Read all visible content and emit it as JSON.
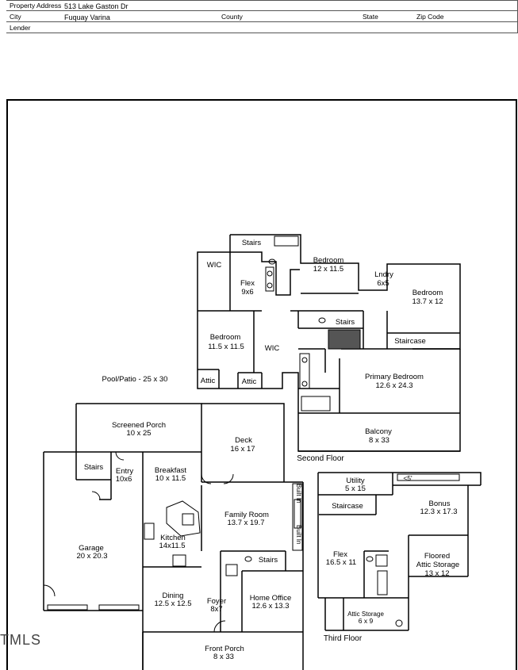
{
  "header": {
    "property_address_label": "Property Address",
    "property_address_value": "513 Lake Gaston Dr",
    "city_label": "City",
    "city_value": "Fuquay Varina",
    "county_label": "County",
    "state_label": "State",
    "zip_label": "Zip Code",
    "lender_label": "Lender"
  },
  "watermark": "TMLS",
  "floors": {
    "second": "Second Floor",
    "third": "Third Floor"
  },
  "rooms": {
    "stairs_second": "Stairs",
    "wic_left": "WIC",
    "flex_second_name": "Flex",
    "flex_second_dim": "9x6",
    "bedroom_mid_name": "Bedroom",
    "bedroom_mid_dim": "12 x 11.5",
    "laundry_name": "Lndry",
    "laundry_dim": "6x5",
    "bedroom_right_name": "Bedroom",
    "bedroom_right_dim": "13.7 x 12",
    "bedroom_left_name": "Bedroom",
    "bedroom_left_dim": "11.5 x 11.5",
    "wic_center": "WIC",
    "stairs_center": "Stairs",
    "staircase_second": "Staircase",
    "attic_left": "Attic",
    "attic_right": "Attic",
    "primary_bedroom_name": "Primary Bedroom",
    "primary_bedroom_dim": "12.6 x 24.3",
    "pool_patio": "Pool/Patio - 25 x 30",
    "balcony_name": "Balcony",
    "balcony_dim": "8 x 33",
    "screened_porch_name": "Screened Porch",
    "screened_porch_dim": "10 x 25",
    "deck_name": "Deck",
    "deck_dim": "16 x 17",
    "stairs_first": "Stairs",
    "entry_name": "Entry",
    "entry_dim": "10x6",
    "breakfast_name": "Breakfast",
    "breakfast_dim": "10 x 11.5",
    "family_room_name": "Family Room",
    "family_room_dim": "13.7 x 19.7",
    "builtin_top": "Built In",
    "builtin_bottom": "Built In",
    "garage_name": "Garage",
    "garage_dim": "20 x 20.3",
    "kitchen_name": "Kitchen",
    "kitchen_dim": "14x11.5",
    "stairs_family": "Stairs",
    "dining_name": "Dining",
    "dining_dim": "12.5 x 12.5",
    "foyer_name": "Foyer",
    "foyer_dim": "8x7",
    "home_office_name": "Home Office",
    "home_office_dim": "12.6 x 13.3",
    "front_porch_name": "Front Porch",
    "front_porch_dim": "8 x 33",
    "utility_name": "Utility",
    "utility_dim": "5 x 15",
    "low_ceiling": "<5'",
    "staircase_third": "Staircase",
    "bonus_name": "Bonus",
    "bonus_dim": "12.3 x 17.3",
    "flex_third_name": "Flex",
    "flex_third_dim": "16.5 x 11",
    "floored_attic_line1": "Floored",
    "floored_attic_line2": "Attic Storage",
    "floored_attic_dim": "13 x 12",
    "attic_storage_name": "Attic Storage",
    "attic_storage_dim": "6 x 9"
  }
}
